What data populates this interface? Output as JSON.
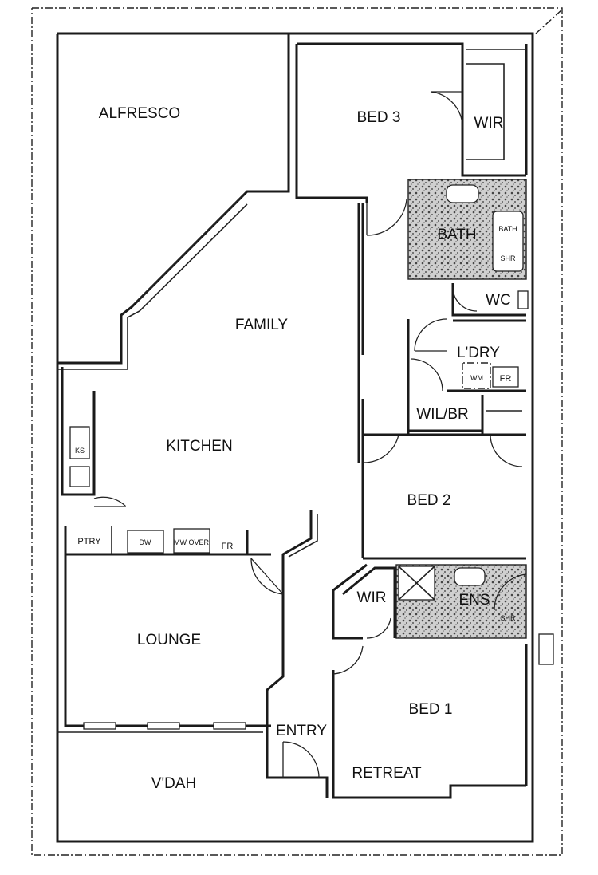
{
  "rooms": {
    "alfresco": "ALFRESCO",
    "bed3": "BED 3",
    "wir_bed3": "WIR",
    "bath": "BATH",
    "bath_tub": "BATH",
    "bath_shower": "SHR",
    "family": "FAMILY",
    "wc": "WC",
    "laundry": "L'DRY",
    "wm": "WM",
    "laundry_fr": "FR",
    "kitchen": "KITCHEN",
    "wil_br": "WIL/BR",
    "bed2": "BED 2",
    "ptry": "PTRY",
    "dw": "DW",
    "mw_over": "MW OVER",
    "kitchen_fr": "FR",
    "wir_bed1": "WIR",
    "ens": "ENS",
    "ens_shower": "SHR",
    "lounge": "LOUNGE",
    "bed1": "BED 1",
    "entry": "ENTRY",
    "retreat": "RETREAT",
    "vdah": "V'DAH",
    "sink": "KS"
  }
}
